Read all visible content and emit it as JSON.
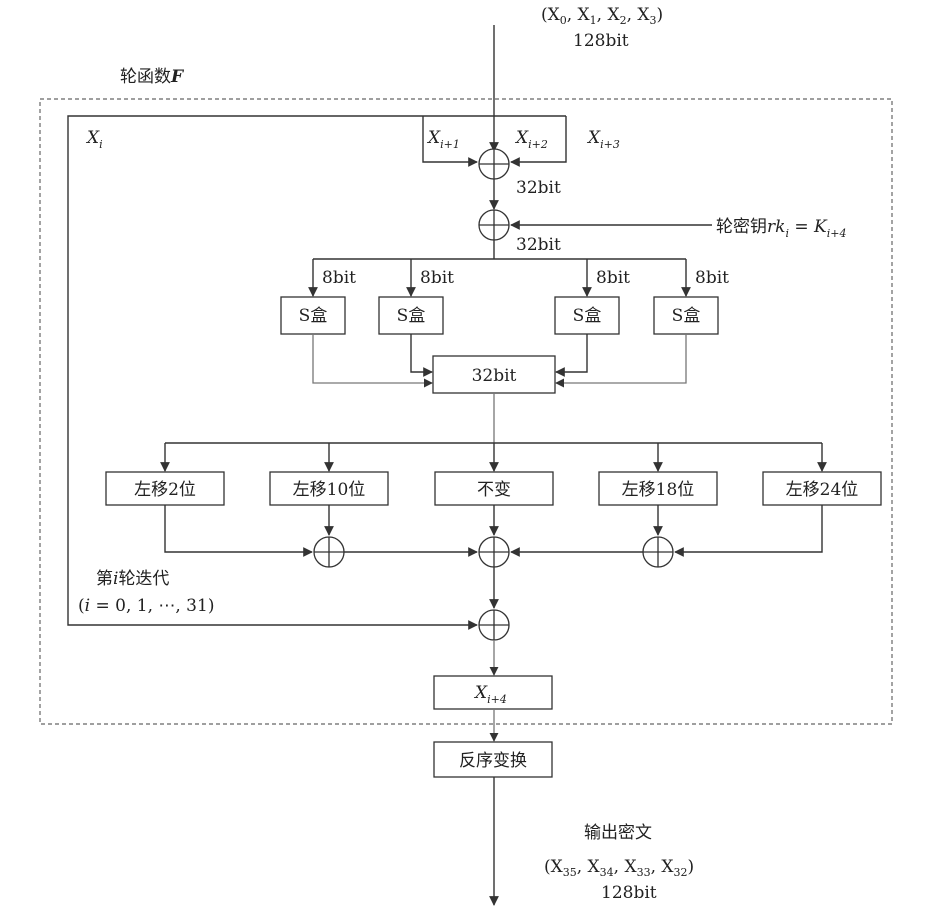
{
  "input": {
    "vector_open": "(X",
    "subs": [
      "0",
      "1",
      "2",
      "3"
    ],
    "sep": ",",
    "vector_close": ")",
    "bits": "128bit"
  },
  "round_function": {
    "title": "轮函数",
    "title_italic": "F"
  },
  "state_words": {
    "base": "X",
    "xi_sub": "i",
    "xi1_sub": "i+1",
    "xi2_sub": "i+2",
    "xi3_sub": "i+3",
    "xi4_sub": "i+4"
  },
  "round_key": {
    "label_prefix": "轮密钥",
    "rk": "rk",
    "rk_sub": "i",
    "equals": " = ",
    "K": "K",
    "K_sub": "i+4"
  },
  "widths": {
    "word": "32bit",
    "byte": "8bit"
  },
  "sbox_label": "S盒",
  "concat_label": "32bit",
  "shift_boxes": [
    "左移2位",
    "左移10位",
    "不变",
    "左移18位",
    "左移24位"
  ],
  "iteration": {
    "line1_prefix": "第",
    "line1_var": "i",
    "line1_suffix": "轮迭代",
    "line2_open": "(",
    "line2_var": "i",
    "line2_rest": " = 0, 1, ⋯, 31)"
  },
  "reverse_label": "反序变换",
  "output": {
    "label": "输出密文",
    "vector_open": "(X",
    "subs": [
      "35",
      "34",
      "33",
      "32"
    ],
    "sep": ",",
    "vector_close": ")",
    "bits": "128bit"
  }
}
